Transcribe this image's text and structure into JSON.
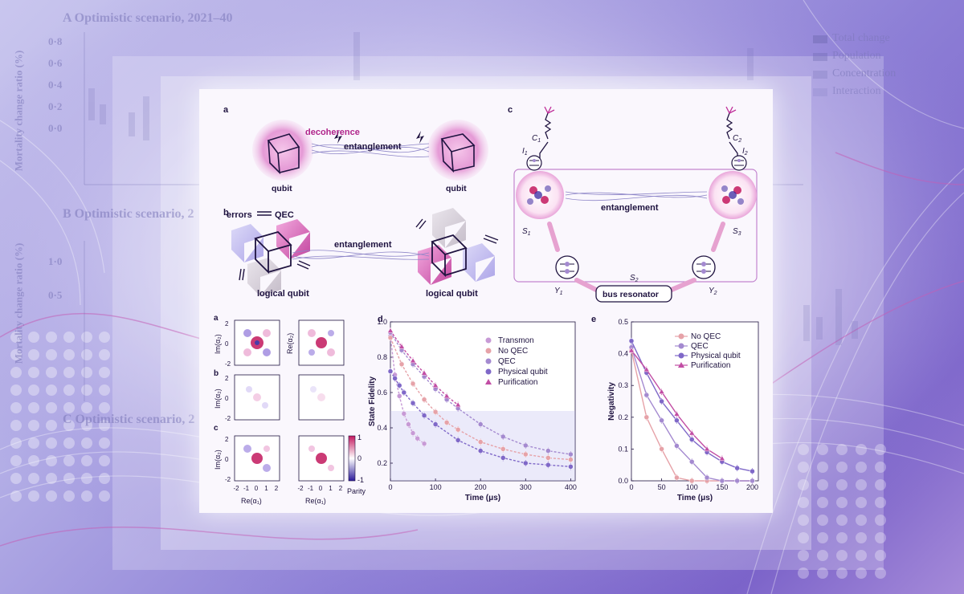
{
  "background": {
    "panel_a_title": "A  Optimistic scenario, 2021–40",
    "panel_b_title": "B  Optimistic scenario, 2",
    "panel_c_title": "C  Optimistic scenario, 2",
    "y_label": "Mortality change ratio (%)",
    "y_ticks": [
      "0·8",
      "0·6",
      "0·4",
      "0·2",
      "0·0"
    ],
    "y_ticks_b": [
      "1·0",
      "0·5"
    ],
    "legend": [
      "Total change",
      "Population",
      "Concentration",
      "Interaction"
    ]
  },
  "figure_top": {
    "a": {
      "label": "a",
      "decoherence": "decoherence",
      "entanglement": "entanglement",
      "qubit_left": "qubit",
      "qubit_right": "qubit"
    },
    "b": {
      "label": "b",
      "errors": "errors",
      "qec": "QEC",
      "entanglement": "entanglement",
      "logical_left": "logical qubit",
      "logical_right": "logical qubit"
    },
    "c": {
      "label": "c",
      "C1": "C",
      "C1_sub": "1",
      "C2": "C",
      "C2_sub": "2",
      "I1": "I",
      "I1_sub": "1",
      "I2": "I",
      "I2_sub": "2",
      "S1": "S",
      "S1_sub": "1",
      "S2": "S",
      "S2_sub": "2",
      "S3": "S",
      "S3_sub": "3",
      "Y1": "Y",
      "Y1_sub": "1",
      "Y2": "Y",
      "Y2_sub": "2",
      "entanglement": "entanglement",
      "bus": "bus resonator"
    }
  },
  "wigner": {
    "row_labels": [
      "a",
      "b",
      "c"
    ],
    "ylabel": "Im(α₂)",
    "xlabel_left": "Re(α₁)",
    "xlabel_right": "Re(α₁)",
    "right_col_label": "Re(α₂)",
    "ticks": [
      "-2",
      "-1",
      "0",
      "1",
      "2"
    ],
    "colorbar_ticks": [
      "1",
      "0",
      "-1"
    ],
    "colorbar_label": "Parity"
  },
  "chart_data": [
    {
      "type": "scatter",
      "panel": "d",
      "xlabel": "Time (μs)",
      "ylabel": "State Fidelity",
      "xlim": [
        0,
        410
      ],
      "ylim": [
        0.1,
        1.0
      ],
      "xticks": [
        "0",
        "100",
        "200",
        "300",
        "400"
      ],
      "yticks": [
        "0.2",
        "0.4",
        "0.6",
        "0.8",
        "1.0"
      ],
      "legend_position": "top-right",
      "series": [
        {
          "name": "Transmon",
          "marker": "circle",
          "color": "#c79ad6",
          "x": [
            0,
            10,
            20,
            30,
            40,
            50,
            60,
            75
          ],
          "y": [
            0.92,
            0.7,
            0.58,
            0.48,
            0.42,
            0.37,
            0.34,
            0.31
          ]
        },
        {
          "name": "No QEC",
          "marker": "circle",
          "color": "#e6a2a8",
          "x": [
            0,
            25,
            50,
            75,
            100,
            125,
            150,
            200,
            250,
            300,
            350,
            400
          ],
          "y": [
            0.91,
            0.76,
            0.65,
            0.56,
            0.49,
            0.43,
            0.39,
            0.32,
            0.28,
            0.25,
            0.23,
            0.22
          ]
        },
        {
          "name": "QEC",
          "marker": "circle",
          "color": "#a48ad0",
          "x": [
            0,
            25,
            50,
            75,
            100,
            125,
            150,
            200,
            250,
            300,
            350,
            400
          ],
          "y": [
            0.94,
            0.84,
            0.76,
            0.69,
            0.62,
            0.56,
            0.51,
            0.42,
            0.35,
            0.3,
            0.27,
            0.25
          ]
        },
        {
          "name": "Physical qubit",
          "marker": "circle",
          "color": "#7f68c8",
          "x": [
            0,
            10,
            20,
            30,
            50,
            75,
            100,
            150,
            200,
            250,
            300,
            350,
            400
          ],
          "y": [
            0.72,
            0.68,
            0.64,
            0.6,
            0.54,
            0.47,
            0.42,
            0.33,
            0.27,
            0.23,
            0.2,
            0.19,
            0.18
          ]
        },
        {
          "name": "Purification",
          "marker": "triangle",
          "color": "#c24da4",
          "x": [
            0,
            25,
            50,
            75,
            100,
            125,
            150
          ],
          "y": [
            0.95,
            0.86,
            0.78,
            0.71,
            0.64,
            0.58,
            0.53
          ]
        }
      ]
    },
    {
      "type": "line",
      "panel": "e",
      "xlabel": "Time (μs)",
      "ylabel": "Negativity",
      "xlim": [
        0,
        210
      ],
      "ylim": [
        0,
        0.5
      ],
      "xticks": [
        "0",
        "50",
        "100",
        "150",
        "200"
      ],
      "yticks": [
        "0.0",
        "0.1",
        "0.2",
        "0.3",
        "0.4",
        "0.5"
      ],
      "legend_position": "top-right",
      "series": [
        {
          "name": "No QEC",
          "marker": "circle",
          "color": "#e6a2a8",
          "x": [
            0,
            25,
            50,
            75,
            100,
            125,
            150,
            175,
            200
          ],
          "y": [
            0.41,
            0.2,
            0.1,
            0.01,
            0.0,
            0.0,
            0.0,
            0.0,
            0.0
          ]
        },
        {
          "name": "QEC",
          "marker": "circle",
          "color": "#a48ad0",
          "x": [
            0,
            25,
            50,
            75,
            100,
            125,
            150,
            175,
            200
          ],
          "y": [
            0.42,
            0.27,
            0.19,
            0.11,
            0.06,
            0.01,
            0.0,
            0.0,
            0.0
          ]
        },
        {
          "name": "Physical qubit",
          "marker": "circle",
          "color": "#7f68c8",
          "x": [
            0,
            25,
            50,
            75,
            100,
            125,
            150,
            175,
            200
          ],
          "y": [
            0.44,
            0.34,
            0.25,
            0.19,
            0.13,
            0.09,
            0.06,
            0.04,
            0.03
          ]
        },
        {
          "name": "Purification",
          "marker": "triangle",
          "color": "#c24da4",
          "x": [
            0,
            25,
            50,
            75,
            100,
            125,
            150
          ],
          "y": [
            0.41,
            0.35,
            0.28,
            0.21,
            0.15,
            0.1,
            0.07
          ]
        }
      ]
    }
  ]
}
